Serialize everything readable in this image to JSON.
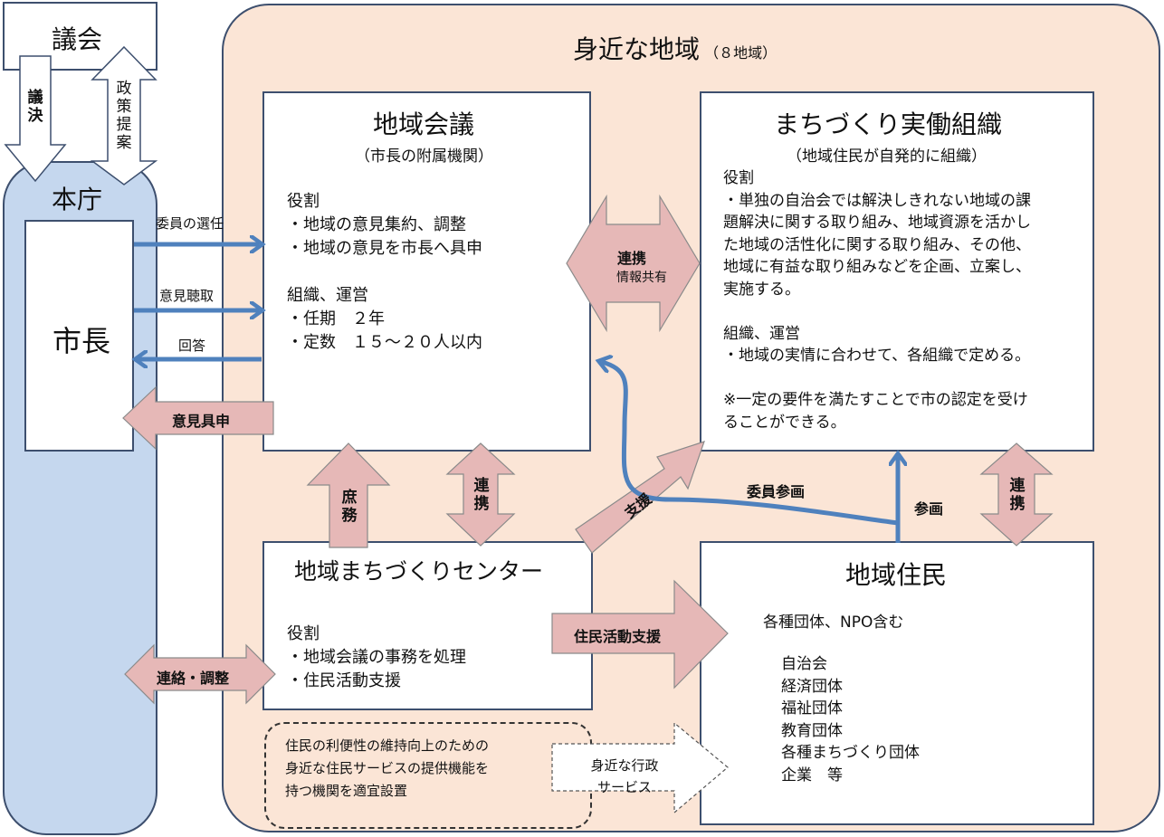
{
  "council": {
    "title": "議会",
    "arrow_down": "議決",
    "arrow_up": "政策提案"
  },
  "hq": {
    "title": "本庁",
    "mayor": "市長"
  },
  "region": {
    "title": "身近な地域",
    "count": "（８地域）"
  },
  "regional_council": {
    "title": "地域会議",
    "subtitle": "（市長の附属機関）",
    "lines": [
      "役割",
      "・地域の意見集約、調整",
      "・地域の意見を市長へ具申",
      "",
      "組織、運営",
      "・任期　２年",
      "・定数　１５～２０人以内"
    ]
  },
  "org": {
    "title": "まちづくり実働組織",
    "subtitle": "（地域住民が自発的に組織）",
    "lines": [
      "役割",
      "・単独の自治会では解決しきれない地域の課",
      "題解決に関する取り組み、地域資源を活かし",
      "た地域の活性化に関する取り組み、その他、",
      "地域に有益な取り組みなどを企画、立案し、",
      "実施する。",
      "",
      "組織、運営",
      "・地域の実情に合わせて、各組織で定める。",
      "",
      "※一定の要件を満たすことで市の認定を受け",
      "ることができる。"
    ]
  },
  "center": {
    "title": "地域まちづくりセンター",
    "lines": [
      "役割",
      "・地域会議の事務を処理",
      "・住民活動支援"
    ]
  },
  "residents": {
    "title": "地域住民",
    "intro": "各種団体、NPO含む",
    "groups": [
      "自治会",
      "経済団体",
      "福祉団体",
      "教育団体",
      "各種まちづくり団体",
      "企業　等"
    ]
  },
  "service_note": [
    "住民の利便性の維持向上のための",
    "身近な住民サービスの提供機能を",
    "持つ機関を適宜設置"
  ],
  "service_arrow": [
    "身近な行政",
    "サービス"
  ],
  "arrows": {
    "appoint": "委員の選任",
    "hearing": "意見聴取",
    "answer": "回答",
    "opinion": "意見具申",
    "liaison": "連絡・調整",
    "clerical": "庶務",
    "cooperate": "連携",
    "cooperate2": "連携",
    "cooperate_main": "連携",
    "info_share": "情報共有",
    "support": "支援",
    "resident_support": "住民活動支援",
    "member_participation": "委員参画",
    "participation": "参画"
  },
  "colors": {
    "region_bg": "#fbe5d6",
    "hq_bg": "#c5d7ee",
    "arrow_pink": "#e6b8b7",
    "arrow_blue": "#4f81bd",
    "border": "#3d4f6e"
  }
}
